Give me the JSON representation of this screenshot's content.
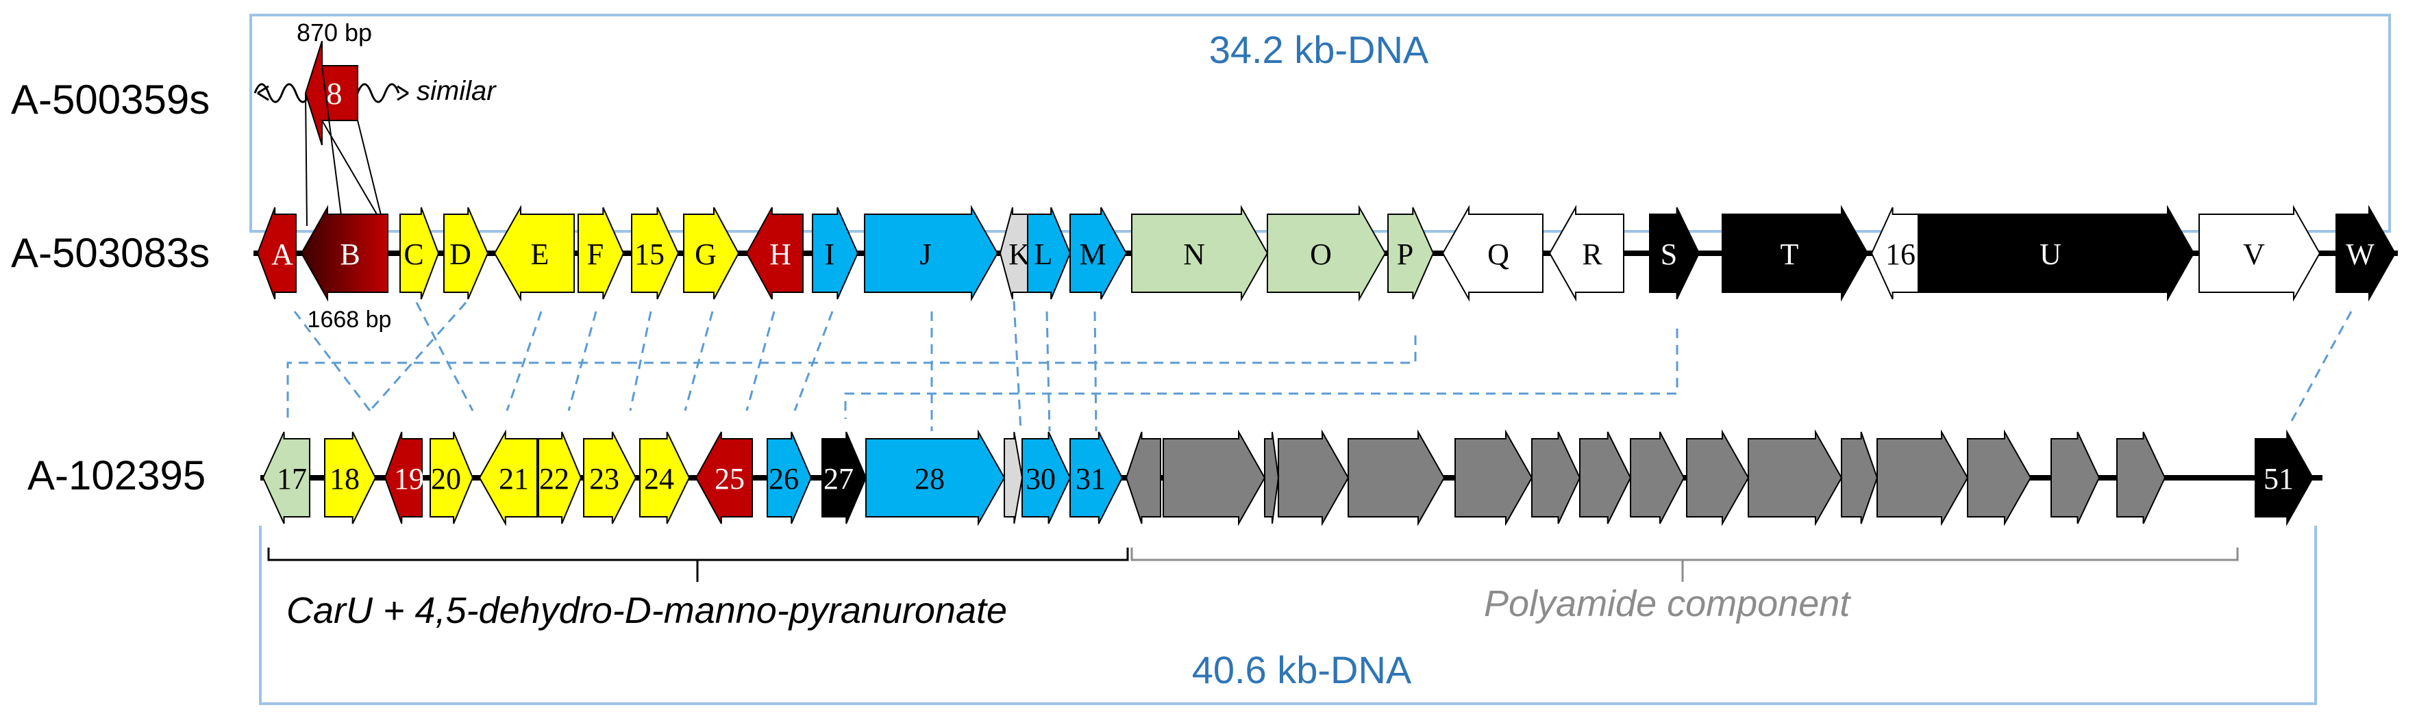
{
  "titles": {
    "top_dna": "34.2 kb-DNA",
    "bottom_dna": "40.6 kb-DNA"
  },
  "strains": {
    "s1": "A-500359s",
    "s2": "A-503083s",
    "s3": "A-102395"
  },
  "annotations": {
    "bp_870": "870 bp",
    "bp_1668": "1668 bp",
    "similar": "similar",
    "carU": "CarU + 4,5-dehydro-D-manno-pyranuronate",
    "polyamide": "Polyamide component"
  },
  "colors": {
    "red": "#c00000",
    "yellow": "#ffff00",
    "blue": "#00b0f0",
    "lightgreen": "#c5e0b4",
    "lightgray": "#d9d9d9",
    "black": "#000000",
    "white": "#ffffff",
    "gray": "#808080",
    "dna_blue": "#2e75b6",
    "frame_blue": "#9dc3e6"
  },
  "top_gene": {
    "label": "8",
    "color": "red"
  },
  "row2_genes": [
    {
      "label": "A",
      "color": "red"
    },
    {
      "label": "B",
      "color": "darkred"
    },
    {
      "label": "C",
      "color": "yellow"
    },
    {
      "label": "D",
      "color": "yellow"
    },
    {
      "label": "E",
      "color": "yellow"
    },
    {
      "label": "F",
      "color": "yellow"
    },
    {
      "label": "15",
      "color": "yellow"
    },
    {
      "label": "G",
      "color": "yellow"
    },
    {
      "label": "H",
      "color": "red"
    },
    {
      "label": "I",
      "color": "blue"
    },
    {
      "label": "J",
      "color": "blue"
    },
    {
      "label": "K",
      "color": "lightgray"
    },
    {
      "label": "L",
      "color": "blue"
    },
    {
      "label": "M",
      "color": "blue"
    },
    {
      "label": "N",
      "color": "lightgreen"
    },
    {
      "label": "O",
      "color": "lightgreen"
    },
    {
      "label": "P",
      "color": "lightgreen"
    },
    {
      "label": "Q",
      "color": "white"
    },
    {
      "label": "R",
      "color": "white"
    },
    {
      "label": "S",
      "color": "black"
    },
    {
      "label": "T",
      "color": "black"
    },
    {
      "label": "16",
      "color": "white"
    },
    {
      "label": "U",
      "color": "black"
    },
    {
      "label": "V",
      "color": "white"
    },
    {
      "label": "W",
      "color": "black"
    }
  ],
  "row3_genes": [
    {
      "label": "17",
      "color": "lightgreen"
    },
    {
      "label": "18",
      "color": "yellow"
    },
    {
      "label": "19",
      "color": "red"
    },
    {
      "label": "20",
      "color": "yellow"
    },
    {
      "label": "21",
      "color": "yellow"
    },
    {
      "label": "22",
      "color": "yellow"
    },
    {
      "label": "23",
      "color": "yellow"
    },
    {
      "label": "24",
      "color": "yellow"
    },
    {
      "label": "25",
      "color": "red"
    },
    {
      "label": "26",
      "color": "blue"
    },
    {
      "label": "27",
      "color": "black"
    },
    {
      "label": "28",
      "color": "blue"
    },
    {
      "label": "",
      "color": "lightgray"
    },
    {
      "label": "30",
      "color": "blue"
    },
    {
      "label": "31",
      "color": "blue"
    },
    {
      "label": "",
      "color": "gray"
    },
    {
      "label": "",
      "color": "gray"
    },
    {
      "label": "",
      "color": "gray"
    },
    {
      "label": "",
      "color": "gray"
    },
    {
      "label": "",
      "color": "gray"
    },
    {
      "label": "",
      "color": "gray"
    },
    {
      "label": "",
      "color": "gray"
    },
    {
      "label": "",
      "color": "gray"
    },
    {
      "label": "",
      "color": "gray"
    },
    {
      "label": "",
      "color": "gray"
    },
    {
      "label": "",
      "color": "gray"
    },
    {
      "label": "",
      "color": "gray"
    },
    {
      "label": "",
      "color": "gray"
    },
    {
      "label": "",
      "color": "gray"
    },
    {
      "label": "",
      "color": "gray"
    },
    {
      "label": "",
      "color": "gray"
    },
    {
      "label": "51",
      "color": "black"
    }
  ]
}
